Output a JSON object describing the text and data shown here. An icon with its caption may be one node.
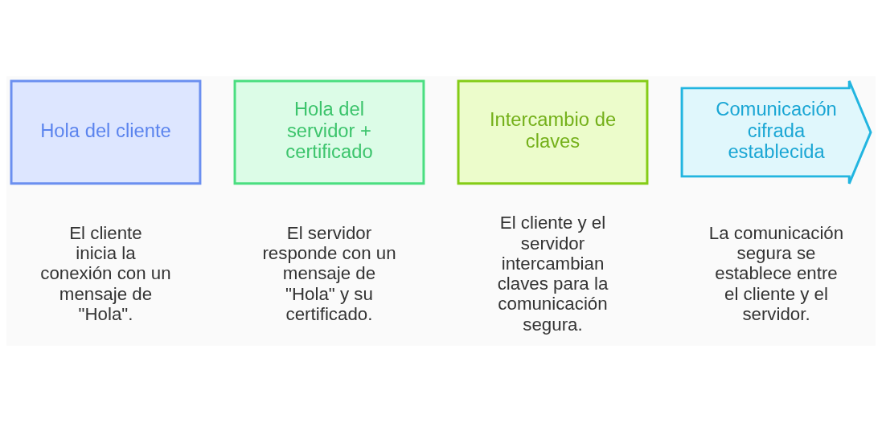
{
  "diagram": {
    "nodes": [
      {
        "text": [
          "Hola del cliente"
        ],
        "beside": [
          "El cliente inicia la conexión con un mensaje de \"Hola\"."
        ]
      },
      {
        "text": [
          "Hola del servidor + certificado"
        ],
        "beside": [
          "El servidor responde con un mensaje de \"Hola\" y su certificado."
        ]
      },
      {
        "text": [
          "Intercambio de claves"
        ],
        "beside": [
          "El cliente y el servidor intercambian claves para la comunicación segura."
        ]
      },
      {
        "text": [
          "Comunicación cifrada establecida"
        ],
        "beside": [
          "La comunicación segura se establece entre el cliente y el servidor."
        ]
      }
    ],
    "edges": []
  }
}
